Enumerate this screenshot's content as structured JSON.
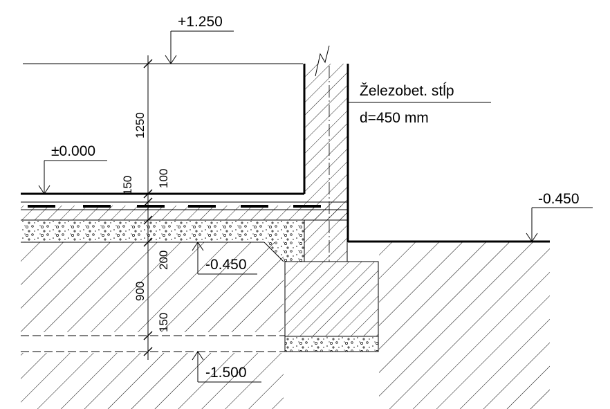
{
  "levels": {
    "top": "+1.250",
    "floor": "±0.000",
    "ground_right": "-0.450",
    "slab_bottom": "-0.450",
    "foundation_bottom": "-1.500"
  },
  "dimensions": {
    "d1250": "1250",
    "d150a": "150",
    "d100": "100",
    "d200": "200",
    "d900": "900",
    "d150b": "150"
  },
  "column_label": {
    "line1": "Železobet. stĺp",
    "line2": "d=450 mm"
  },
  "colors": {
    "ink": "#000000",
    "paper": "#ffffff"
  }
}
